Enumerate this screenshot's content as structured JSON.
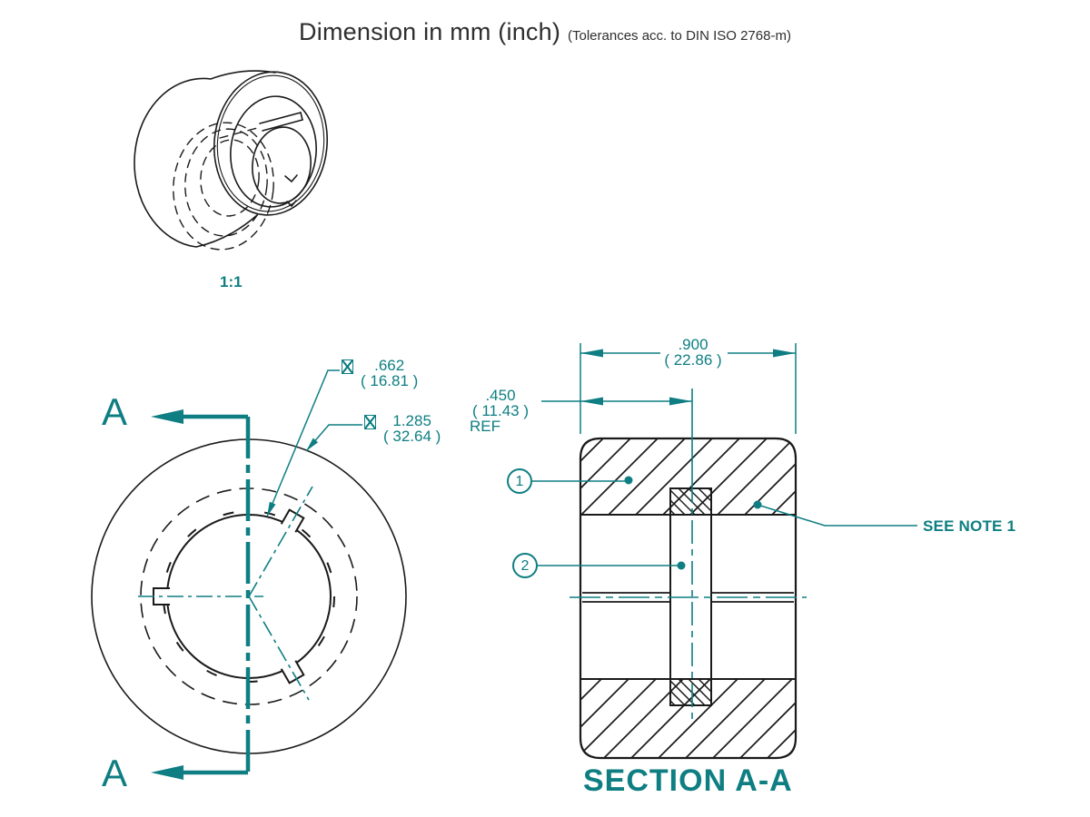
{
  "title": {
    "main": "Dimension in mm (inch)",
    "tolerance_note": "(Tolerances acc. to DIN ISO 2768-m)"
  },
  "views": {
    "isometric": {
      "scale_label": "1:1"
    },
    "front": {
      "cut_label": "A"
    },
    "section": {
      "label": "SECTION A-A",
      "note": "SEE NOTE 1",
      "balloons": [
        {
          "number": "1"
        },
        {
          "number": "2"
        }
      ]
    }
  },
  "dimensions": {
    "bore_diameter": {
      "symbol": "diameter",
      "value_inch": ".662",
      "value_mm": "( 16.81 )"
    },
    "outer_diameter": {
      "symbol": "diameter",
      "value_inch": "1.285",
      "value_mm": "( 32.64 )"
    },
    "keyway_offset": {
      "value_inch": ".450",
      "value_mm": "( 11.43 )",
      "qualifier": "REF"
    },
    "overall_width": {
      "value_inch": ".900",
      "value_mm": "( 22.86 )"
    }
  },
  "colors": {
    "accent": "#0e7e82",
    "line": "#1a1a1a"
  }
}
